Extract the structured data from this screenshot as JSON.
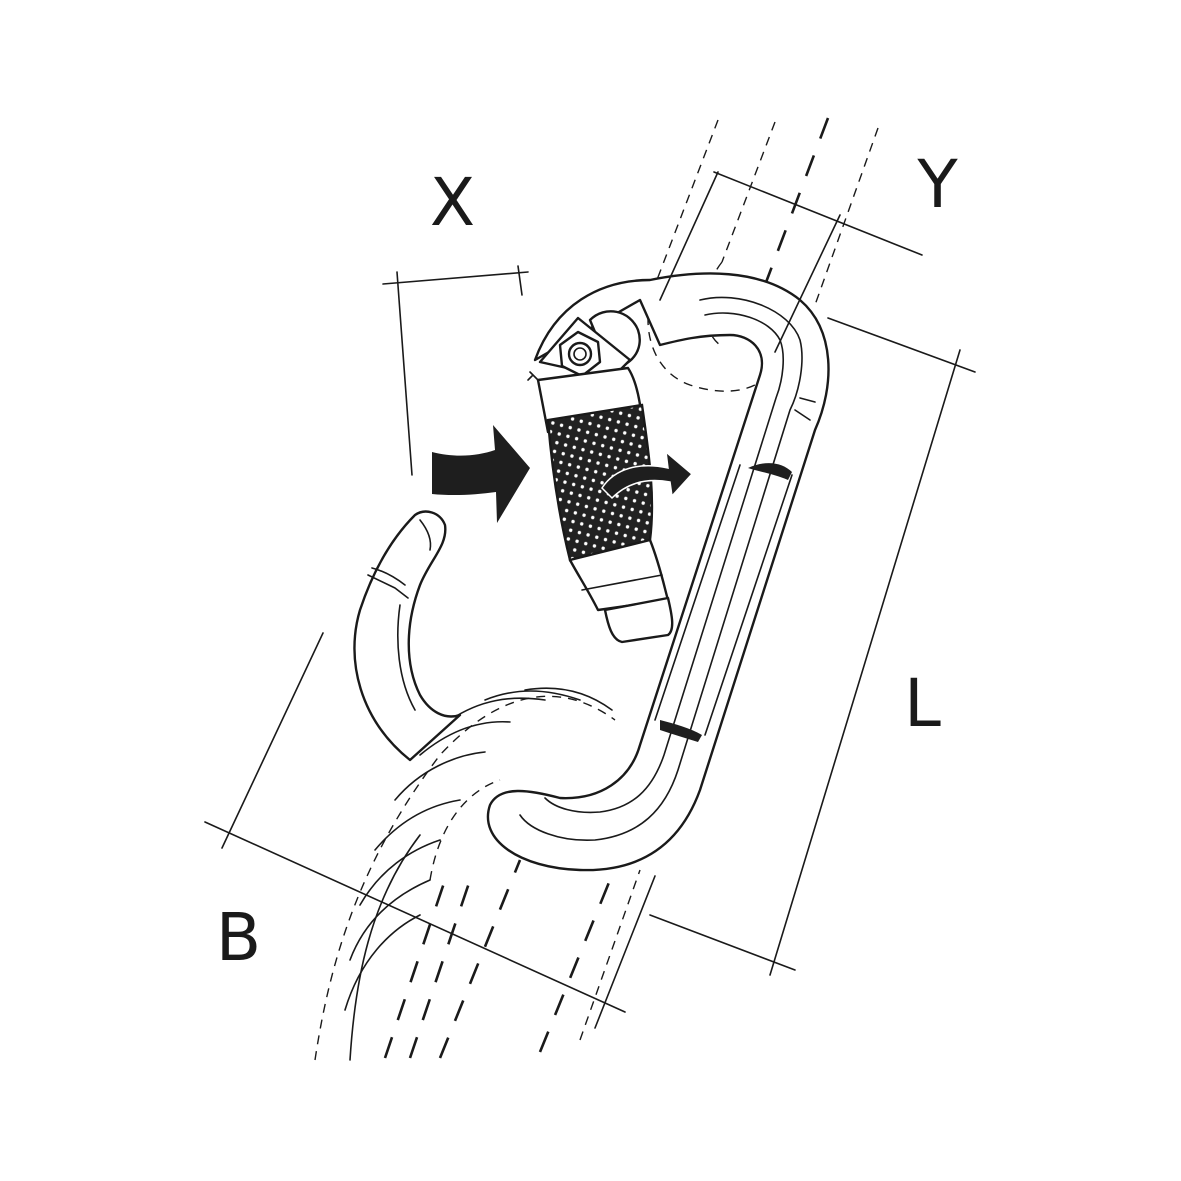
{
  "diagram": {
    "labels": {
      "x": "X",
      "y": "Y",
      "l": "L",
      "b": "B"
    },
    "colors": {
      "ink": "#1a1a1a",
      "background": "#ffffff",
      "arrow": "#1e1e1e"
    },
    "icons": {
      "push_arrow": "arrow-right-icon",
      "rotate_arrow": "curved-arrow-icon"
    }
  }
}
